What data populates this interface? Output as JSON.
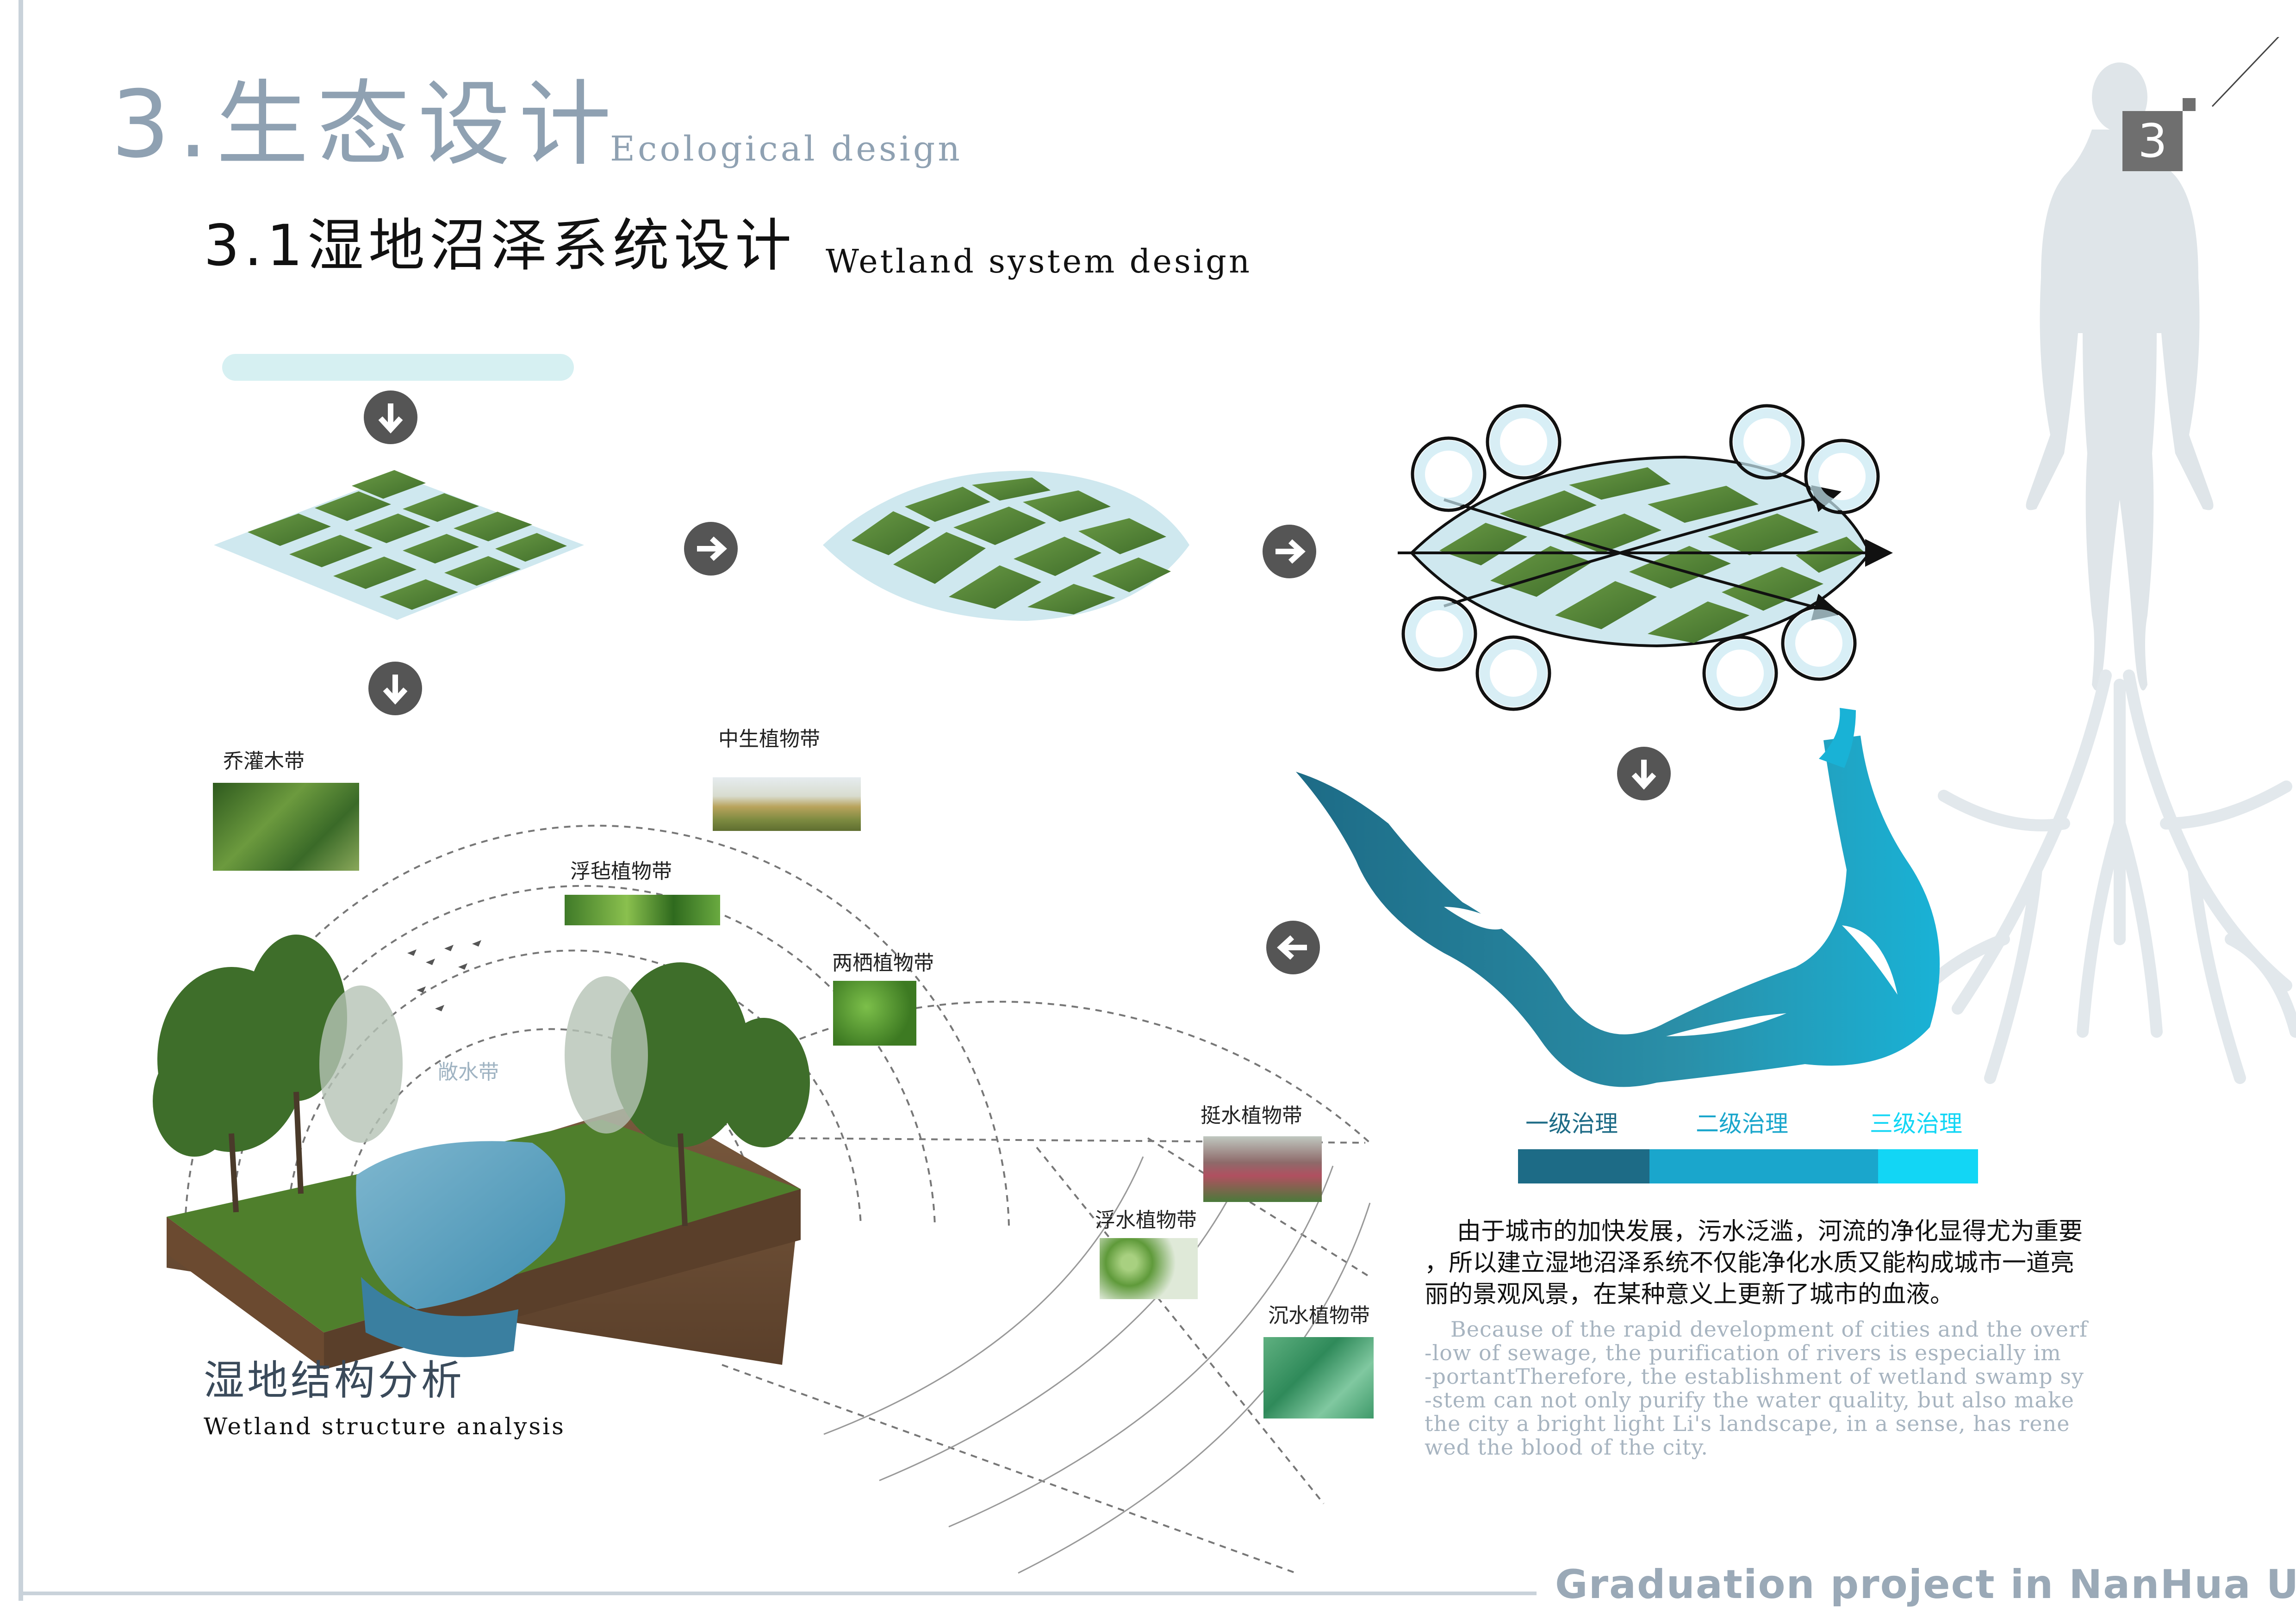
{
  "header": {
    "title_zh": "3.生态设计",
    "title_en": "Ecological design",
    "subtitle_zh": "3.1湿地沼泽系统设计",
    "subtitle_en": "Wetland system design",
    "page_number": "3"
  },
  "wetland_diagram": {
    "zone_labels": {
      "arbor_shrub": "乔灌木带",
      "mesophyte": "中生植物带",
      "floating_mat": "浮毡植物带",
      "amphibious": "两栖植物带",
      "open_water": "敞水带",
      "emergent": "挺水植物带",
      "floating": "浮水植物带",
      "submerged": "沉水植物带"
    },
    "caption_zh": "湿地结构分析",
    "caption_en": "Wetland structure analysis"
  },
  "treatment_legend": {
    "levels": [
      {
        "label": "一级治理",
        "color": "#1d6b86"
      },
      {
        "label": "二级治理",
        "color": "#1aa6cc"
      },
      {
        "label": "三级治理",
        "color": "#12d6f5"
      }
    ]
  },
  "description": {
    "zh_lines": [
      "由于城市的加快发展，污水泛滥，河流的净化显得尤为重要",
      "，所以建立湿地沼泽系统不仅能净化水质又能构成城市一道亮",
      "丽的景观风景，在某种意义上更新了城市的血液。"
    ],
    "en_lines": [
      "Because of the rapid development of cities and the overf",
      "-low of sewage, the purification of rivers is especially im",
      "-portantTherefore, the establishment of wetland swamp sy",
      "-stem can not only purify the water quality, but also make",
      "the city a bright light Li's landscape, in a sense, has rene",
      "wed the blood of the city."
    ]
  },
  "footer": {
    "text": "Graduation project in NanHua University"
  },
  "colors": {
    "heading_gray_blue": "#8fa1b2",
    "grass_green": "#5f8a3a",
    "water_light": "#cfe8ef",
    "river_dark": "#1d6b86"
  },
  "icons": [
    "arrow-down-icon",
    "arrow-right-icon",
    "arrow-left-icon",
    "circular-arrow-icon",
    "human-silhouette-icon",
    "tree-root-icon"
  ]
}
